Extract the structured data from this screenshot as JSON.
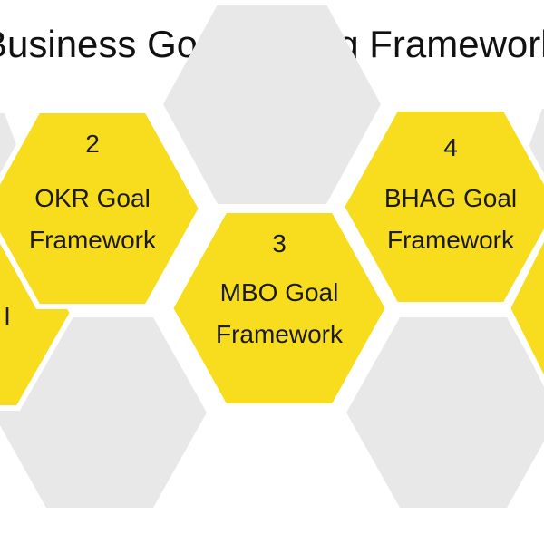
{
  "title": "Business Goal-Setting Framework",
  "colors": {
    "yellow": "#f7dd1e",
    "gray": "#e8e8e8",
    "text": "#1a1a1a"
  },
  "hexagons": [
    {
      "id": "hex-partial-1",
      "label_number": "",
      "label_lines": [
        "I"
      ],
      "kind": "yellow"
    },
    {
      "id": "hex-2",
      "label_number": "2",
      "label_lines": [
        "OKR Goal",
        "Framework"
      ],
      "kind": "yellow"
    },
    {
      "id": "hex-3",
      "label_number": "3",
      "label_lines": [
        "MBO Goal",
        "Framework"
      ],
      "kind": "yellow"
    },
    {
      "id": "hex-4",
      "label_number": "4",
      "label_lines": [
        "BHAG Goal",
        "Framework"
      ],
      "kind": "yellow"
    },
    {
      "id": "hex-partial-5",
      "label_number": "",
      "label_lines": [],
      "kind": "yellow"
    }
  ]
}
